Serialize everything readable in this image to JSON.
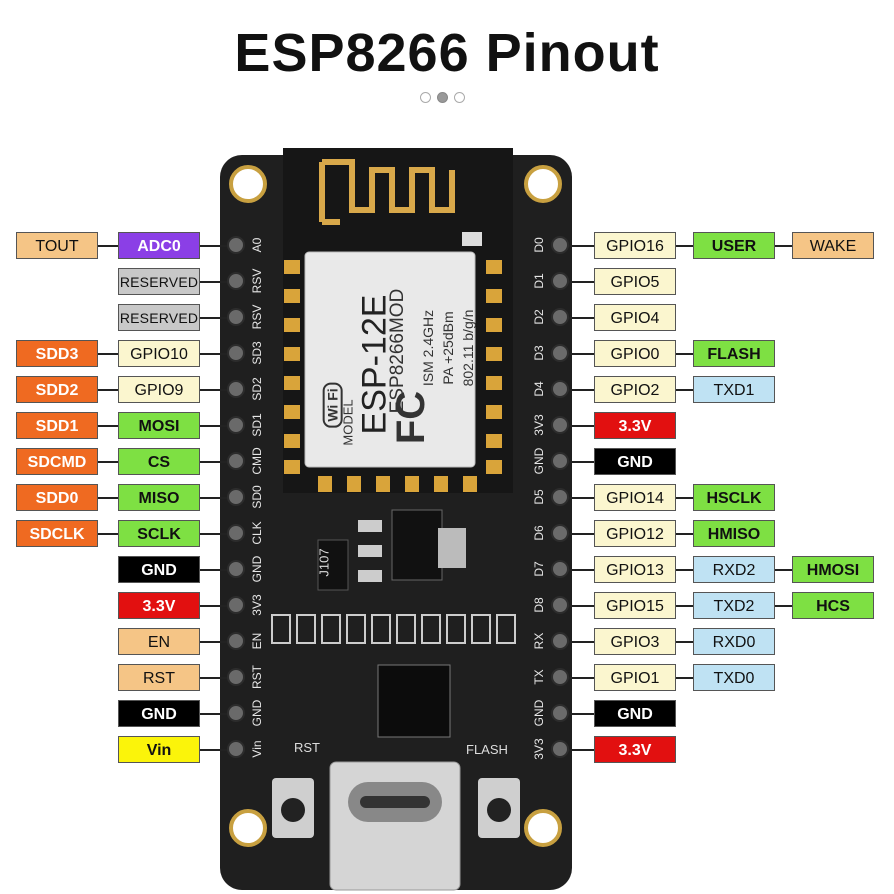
{
  "title": "ESP8266 Pinout",
  "colors": {
    "orange": "#f5c586",
    "dark_orange": "#ef6a21",
    "purple": "#8b3fe6",
    "gray": "#c8c8c8",
    "cream": "#fbf6cf",
    "green": "#7ee043",
    "black": "#000000",
    "red": "#e21010",
    "yellow": "#fbf40a",
    "blue": "#bfe2f3",
    "pcb": "#1f1f1f"
  },
  "module": {
    "name": "ESP-12E",
    "model": "ESP8266MOD",
    "specs": [
      "ISM 2.4GHz",
      "PA +25dBm",
      "802.11 b/g/n"
    ],
    "model_label": "MODEL",
    "wifi_logo": "Wi Fi",
    "fcc_logo": "FC"
  },
  "board": {
    "chip_label": "J107",
    "rst_button": "RST",
    "flash_button": "FLASH",
    "connector": "usb-c-icon"
  },
  "left_pins": [
    {
      "silk": "A0",
      "labels": [
        {
          "text": "TOUT",
          "color": "orange"
        },
        {
          "text": "ADC0",
          "color": "purple"
        }
      ]
    },
    {
      "silk": "RSV",
      "labels": [
        {
          "text": "RESERVED",
          "color": "gray"
        }
      ]
    },
    {
      "silk": "RSV",
      "labels": [
        {
          "text": "RESERVED",
          "color": "gray"
        }
      ]
    },
    {
      "silk": "SD3",
      "labels": [
        {
          "text": "SDD3",
          "color": "dark_orange"
        },
        {
          "text": "GPIO10",
          "color": "cream"
        }
      ]
    },
    {
      "silk": "SD2",
      "labels": [
        {
          "text": "SDD2",
          "color": "dark_orange"
        },
        {
          "text": "GPIO9",
          "color": "cream"
        }
      ]
    },
    {
      "silk": "SD1",
      "labels": [
        {
          "text": "SDD1",
          "color": "dark_orange"
        },
        {
          "text": "MOSI",
          "color": "green"
        }
      ]
    },
    {
      "silk": "CMD",
      "labels": [
        {
          "text": "SDCMD",
          "color": "dark_orange"
        },
        {
          "text": "CS",
          "color": "green"
        }
      ]
    },
    {
      "silk": "SD0",
      "labels": [
        {
          "text": "SDD0",
          "color": "dark_orange"
        },
        {
          "text": "MISO",
          "color": "green"
        }
      ]
    },
    {
      "silk": "CLK",
      "labels": [
        {
          "text": "SDCLK",
          "color": "dark_orange"
        },
        {
          "text": "SCLK",
          "color": "green"
        }
      ]
    },
    {
      "silk": "GND",
      "labels": [
        {
          "text": "GND",
          "color": "black"
        }
      ]
    },
    {
      "silk": "3V3",
      "labels": [
        {
          "text": "3.3V",
          "color": "red"
        }
      ]
    },
    {
      "silk": "EN",
      "labels": [
        {
          "text": "EN",
          "color": "orange"
        }
      ]
    },
    {
      "silk": "RST",
      "labels": [
        {
          "text": "RST",
          "color": "orange"
        }
      ]
    },
    {
      "silk": "GND",
      "labels": [
        {
          "text": "GND",
          "color": "black"
        }
      ]
    },
    {
      "silk": "Vin",
      "labels": [
        {
          "text": "Vin",
          "color": "yellow"
        }
      ]
    }
  ],
  "right_pins": [
    {
      "silk": "D0",
      "labels": [
        {
          "text": "GPIO16",
          "color": "cream"
        },
        {
          "text": "USER",
          "color": "green"
        },
        {
          "text": "WAKE",
          "color": "orange"
        }
      ]
    },
    {
      "silk": "D1",
      "labels": [
        {
          "text": "GPIO5",
          "color": "cream"
        }
      ]
    },
    {
      "silk": "D2",
      "labels": [
        {
          "text": "GPIO4",
          "color": "cream"
        }
      ]
    },
    {
      "silk": "D3",
      "labels": [
        {
          "text": "GPIO0",
          "color": "cream"
        },
        {
          "text": "FLASH",
          "color": "green"
        }
      ]
    },
    {
      "silk": "D4",
      "labels": [
        {
          "text": "GPIO2",
          "color": "cream"
        },
        {
          "text": "TXD1",
          "color": "blue"
        }
      ]
    },
    {
      "silk": "3V3",
      "labels": [
        {
          "text": "3.3V",
          "color": "red"
        }
      ]
    },
    {
      "silk": "GND",
      "labels": [
        {
          "text": "GND",
          "color": "black"
        }
      ]
    },
    {
      "silk": "D5",
      "labels": [
        {
          "text": "GPIO14",
          "color": "cream"
        },
        {
          "text": "HSCLK",
          "color": "green"
        }
      ]
    },
    {
      "silk": "D6",
      "labels": [
        {
          "text": "GPIO12",
          "color": "cream"
        },
        {
          "text": "HMISO",
          "color": "green"
        }
      ]
    },
    {
      "silk": "D7",
      "labels": [
        {
          "text": "GPIO13",
          "color": "cream"
        },
        {
          "text": "RXD2",
          "color": "blue"
        },
        {
          "text": "HMOSI",
          "color": "green"
        }
      ]
    },
    {
      "silk": "D8",
      "labels": [
        {
          "text": "GPIO15",
          "color": "cream"
        },
        {
          "text": "TXD2",
          "color": "blue"
        },
        {
          "text": "HCS",
          "color": "green"
        }
      ]
    },
    {
      "silk": "RX",
      "labels": [
        {
          "text": "GPIO3",
          "color": "cream"
        },
        {
          "text": "RXD0",
          "color": "blue"
        }
      ]
    },
    {
      "silk": "TX",
      "labels": [
        {
          "text": "GPIO1",
          "color": "cream"
        },
        {
          "text": "TXD0",
          "color": "blue"
        }
      ]
    },
    {
      "silk": "GND",
      "labels": [
        {
          "text": "GND",
          "color": "black"
        }
      ]
    },
    {
      "silk": "3V3",
      "labels": [
        {
          "text": "3.3V",
          "color": "red"
        }
      ]
    }
  ]
}
